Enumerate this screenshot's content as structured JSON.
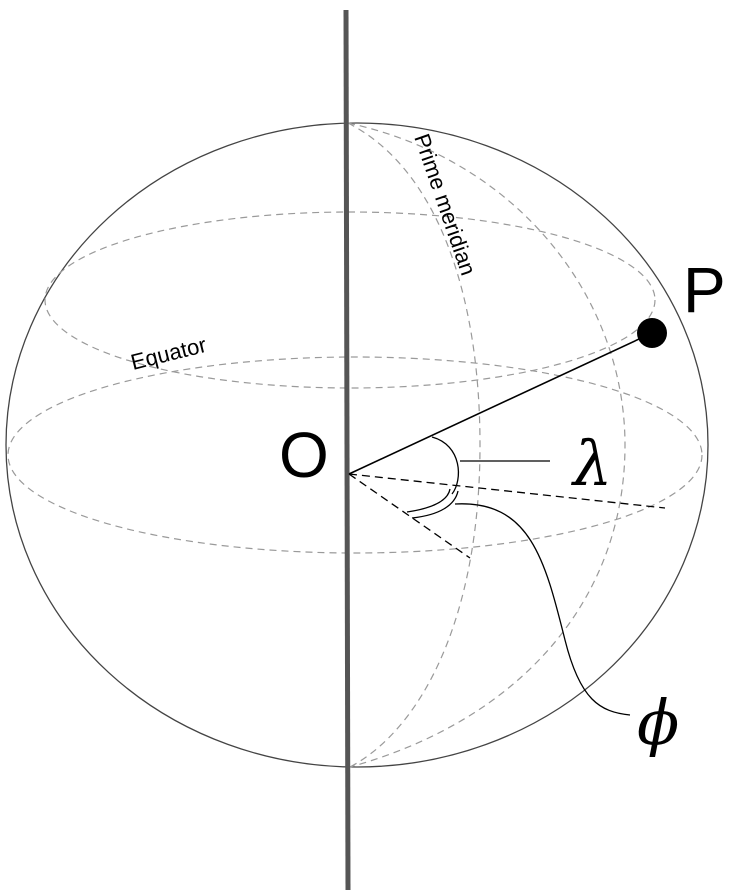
{
  "labels": {
    "point": "P",
    "origin": "O",
    "longitude_symbol": "λ",
    "latitude_symbol": "ϕ",
    "equator": "Equator",
    "prime_meridian": "Prime meridian"
  }
}
